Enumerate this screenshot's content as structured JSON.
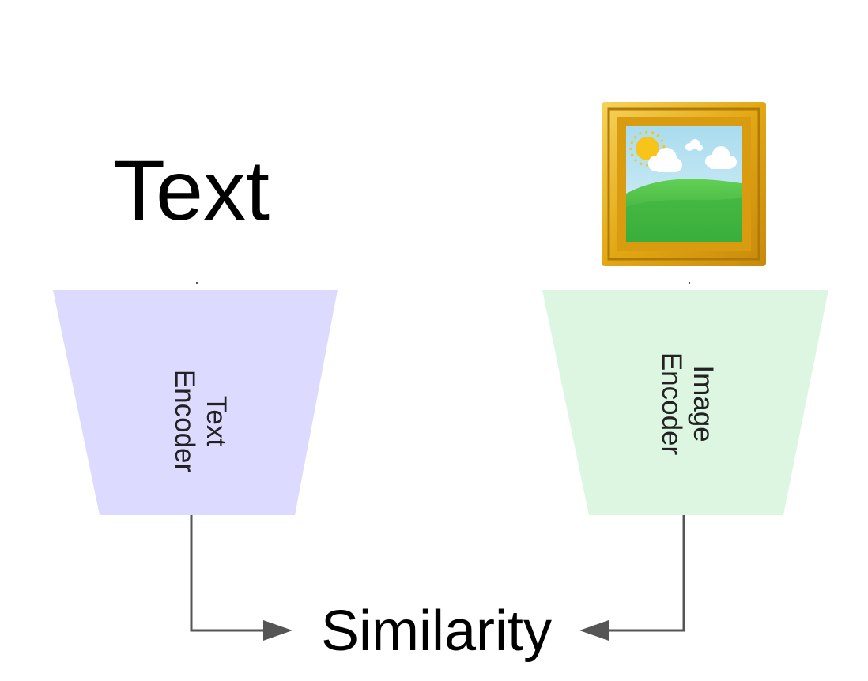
{
  "inputs": {
    "text_label": "Text",
    "image_icon": "framed-picture-icon"
  },
  "encoders": {
    "text": {
      "line1": "Text",
      "line2": "Encoder",
      "color": "#dcdaff"
    },
    "image": {
      "line1": "Image",
      "line2": "Encoder",
      "color": "#dcf6e1"
    }
  },
  "output": {
    "label": "Similarity"
  },
  "colors": {
    "arrow": "#555555",
    "frame_gold": "#e8b419",
    "sky": "#bde6f2",
    "grass": "#4cc247",
    "sun": "#f7c41c"
  }
}
